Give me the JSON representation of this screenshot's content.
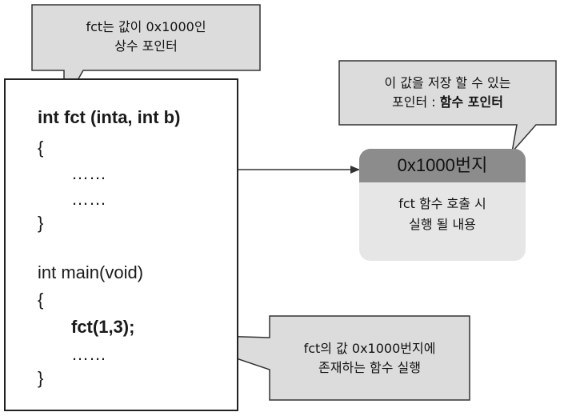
{
  "callout_top": {
    "line1": "fct는 값이 0x1000인",
    "line2": "상수 포인터"
  },
  "callout_right": {
    "line1": "이 값을 저장 할 수 있는",
    "line2_prefix": "포인터 : ",
    "line2_bold": "함수 포인터"
  },
  "callout_bottom": {
    "line1": "fct의 값 0x1000번지에",
    "line2": "존재하는 함수 실행"
  },
  "memory": {
    "address": "0x1000번지",
    "line1": "fct 함수 호출 시",
    "line2": "실행 될 내용"
  },
  "code": {
    "fct_signature": "int fct (inta, int b)",
    "open_brace_1": "{",
    "dots_1": "……",
    "dots_2": "……",
    "close_brace_1": "}",
    "main_signature": "int main(void)",
    "open_brace_2": "{",
    "call": "fct(1,3);",
    "dots_3": "……",
    "close_brace_2": "}"
  }
}
